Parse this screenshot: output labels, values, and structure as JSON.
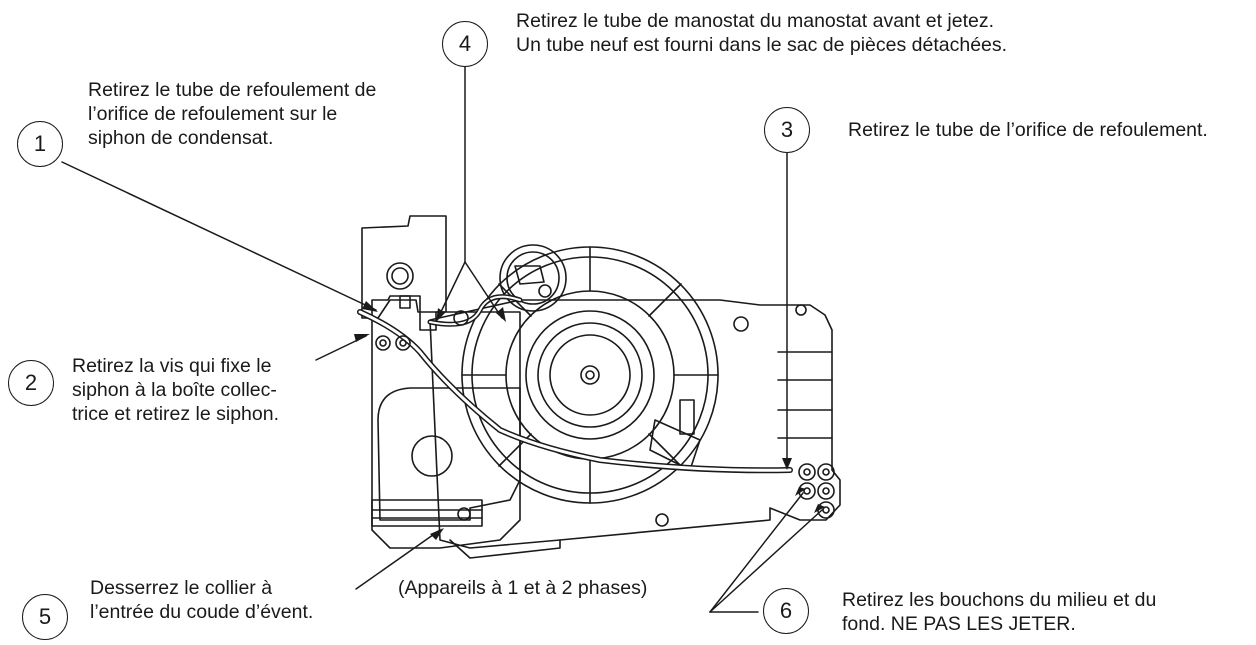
{
  "callouts": [
    {
      "number": "1",
      "text": "Retirez le tube de refoulement de\nl’orifice de refoulement sur le\nsiphon de condensat."
    },
    {
      "number": "2",
      "text": "Retirez la vis qui fixe le\nsiphon à la boîte collec-\ntrice et retirez le siphon."
    },
    {
      "number": "3",
      "text": "Retirez le tube de l’orifice de refoulement."
    },
    {
      "number": "4",
      "text": "Retirez le tube de manostat du manostat avant et jetez.\nUn tube neuf est fourni dans le sac de pièces détachées."
    },
    {
      "number": "5",
      "text": "Desserrez le collier à\nl’entrée du coude d’évent."
    },
    {
      "number": "6",
      "text": "Retirez les bouchons du milieu et du\nfond. NE PAS LES JETER."
    }
  ],
  "caption": "(Appareils à 1 et à 2 phases)",
  "colors": {
    "line": "#1a1a1a",
    "background": "#ffffff"
  }
}
